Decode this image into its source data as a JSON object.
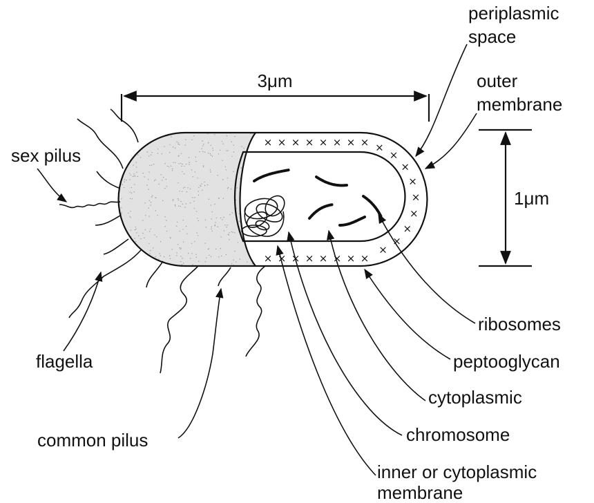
{
  "colors": {
    "ink": "#111111",
    "cap_fill": "#e2e2e2",
    "background": "#ffffff"
  },
  "labels": {
    "dimension_length": "3μm",
    "dimension_width": "1μm",
    "periplasmic_line1": "periplasmic",
    "periplasmic_line2": "space",
    "outer_membrane_line1": "outer",
    "outer_membrane_line2": "membrane",
    "sex_pilus": "sex pilus",
    "flagella": "flagella",
    "common_pilus": "common pilus",
    "ribosomes": "ribosomes",
    "peptoglycan": "peptooglycan",
    "cytoplasmic": "cytoplasmic",
    "chromosome": "chromosome",
    "inner_membrane_line1": "inner or cytoplasmic",
    "inner_membrane_line2": "membrane"
  }
}
